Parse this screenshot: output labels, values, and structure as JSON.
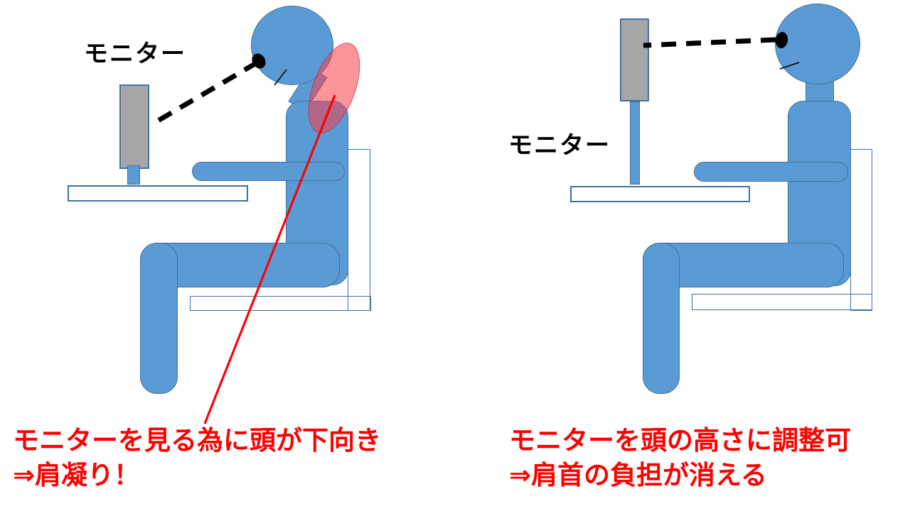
{
  "left_panel": {
    "monitor_label": "モニター",
    "caption": {
      "line1": "モニターを見る為に頭が下向き",
      "line2": "⇒肩凝り！"
    }
  },
  "right_panel": {
    "monitor_label": "モニター",
    "caption": {
      "line1": "モニターを頭の高さに調整可",
      "line2": "⇒肩首の負担が消える"
    }
  },
  "colors": {
    "figure_blue": "#5B9BD5",
    "figure_outline": "#41719C",
    "furniture_outline": "#3D6FA5",
    "monitor_gray": "#A6A6A6",
    "caption_red": "#FF0000",
    "pain_highlight_fill": "#FA3C48",
    "callout_line_red": "#FF0000",
    "gaze_line_black": "#000000"
  }
}
